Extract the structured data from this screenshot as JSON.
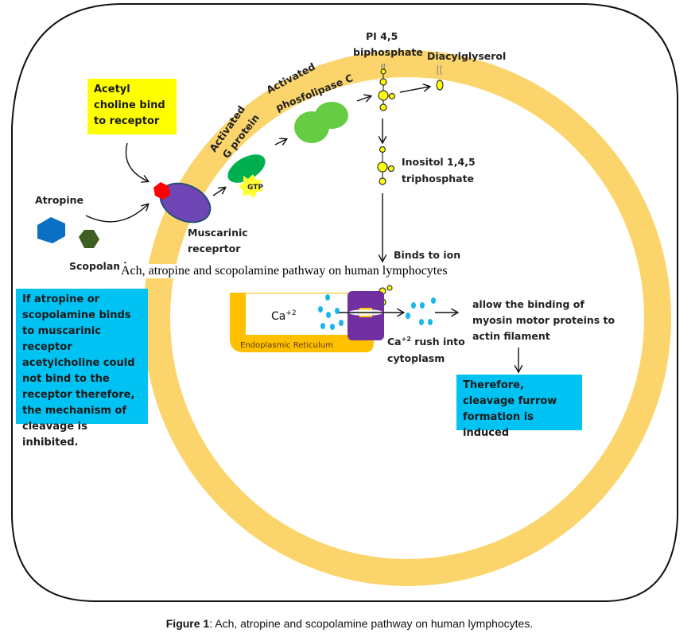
{
  "diagram": {
    "title": "Ach, atropine and scopolamine pathway on human lymphocytes",
    "nodes": {
      "ach_box": "Acetyl choline bind to receptor",
      "atropine": "Atropine",
      "scopolamine": "Scopolami",
      "muscarinic_line1": "Muscarinic",
      "muscarinic_line2": "receprtor",
      "g_protein_line1": "Activated",
      "g_protein_line2": "G protein",
      "gtp": "GTP",
      "plc_line1": "Activated",
      "plc_line2": "phosfolipase C",
      "pip_line1": "PI 4,5",
      "pip_line2": "biphosphate",
      "dag": "Diacylglyserol",
      "ip3_line1": "Inositol  1,4,5",
      "ip3_line2": "triphosphate",
      "binds_ion": "Binds to ion",
      "ca_ion": "Ca",
      "ca_sup": "+2",
      "er": "Endoplasmic Reticulum",
      "ca_rush_1": "Ca",
      "ca_rush_sup": "+2",
      "ca_rush_2": " rush into",
      "ca_rush_3": "cytoplasm",
      "myosin_line1": "allow the binding of",
      "myosin_line2": "myosin motor proteins to",
      "myosin_line3": "actin filament",
      "furrow_box": "Therefore, cleavage furrow formation is induced",
      "inhibit_box": "If atropine or scopolamine binds to muscarinic receptor acetylcholine could not bind to the receptor therefore, the mechanism of cleavage is inhibited."
    },
    "overlay_caption": "Ach, atropine and scopolamine pathway on human lymphocytes",
    "colors": {
      "membrane": "#fbd56b",
      "ach_box": "#ffff00",
      "info_box": "#00c2f3",
      "receptor": "#6f46b5",
      "ach_molecule": "#ff0000",
      "atropine": "#0b6fc4",
      "scopolamine": "#3f5f22",
      "g_protein": "#00b050",
      "plc": "#66cc44",
      "gtp": "#ffff33",
      "phosphate": "#ffff00",
      "ca_dots": "#19b6ea",
      "er_border": "#ffc000",
      "channel": "#7030a0"
    }
  },
  "figure_caption": {
    "label": "Figure 1",
    "text": ": Ach, atropine and scopolamine pathway on human lymphocytes."
  }
}
